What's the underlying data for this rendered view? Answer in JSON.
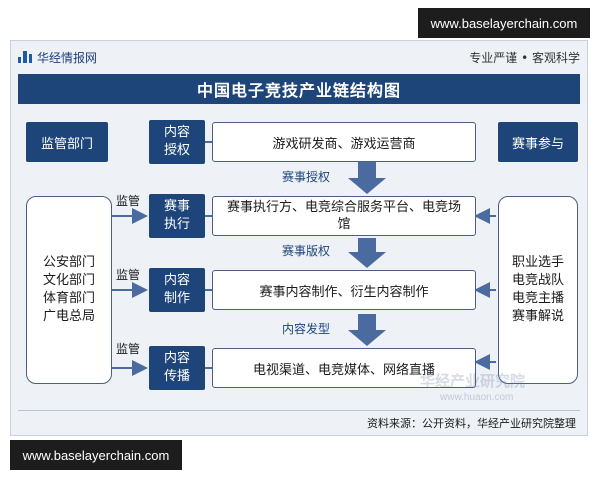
{
  "watermark": {
    "top": "www.baselayerchain.com",
    "bottom": "www.baselayerchain.com"
  },
  "header": {
    "brand": "华经情报网",
    "slogan": "专业严谨 • 客观科学"
  },
  "title": "中国电子竞技产业链结构图",
  "left": {
    "header": "监管部门",
    "orgs": [
      "公安部门",
      "文化部门",
      "体育部门",
      "广电总局"
    ],
    "supervise_labels": [
      "监管",
      "监管",
      "监管"
    ]
  },
  "right": {
    "header": "赛事参与",
    "participants": [
      "职业选手",
      "电竞战队",
      "电竞主播",
      "赛事解说"
    ]
  },
  "stages": [
    {
      "tag_line1": "内容",
      "tag_line2": "授权",
      "content": "游戏研发商、游戏运营商"
    },
    {
      "tag_line1": "赛事",
      "tag_line2": "执行",
      "content": "赛事执行方、电竞综合服务平台、电竞场馆"
    },
    {
      "tag_line1": "内容",
      "tag_line2": "制作",
      "content": "赛事内容制作、衍生内容制作"
    },
    {
      "tag_line1": "内容",
      "tag_line2": "传播",
      "content": "电视渠道、电竞媒体、网络直播"
    }
  ],
  "flows": [
    "赛事授权",
    "赛事版权",
    "内容发型"
  ],
  "watermark_mid": {
    "name": "华经产业研究院",
    "url": "www.huaon.com"
  },
  "source": "资料来源：公开资料，华经产业研究院整理",
  "colors": {
    "navy": "#1d4579",
    "arrow": "#4b6aa0",
    "background": "#eef1f6"
  }
}
